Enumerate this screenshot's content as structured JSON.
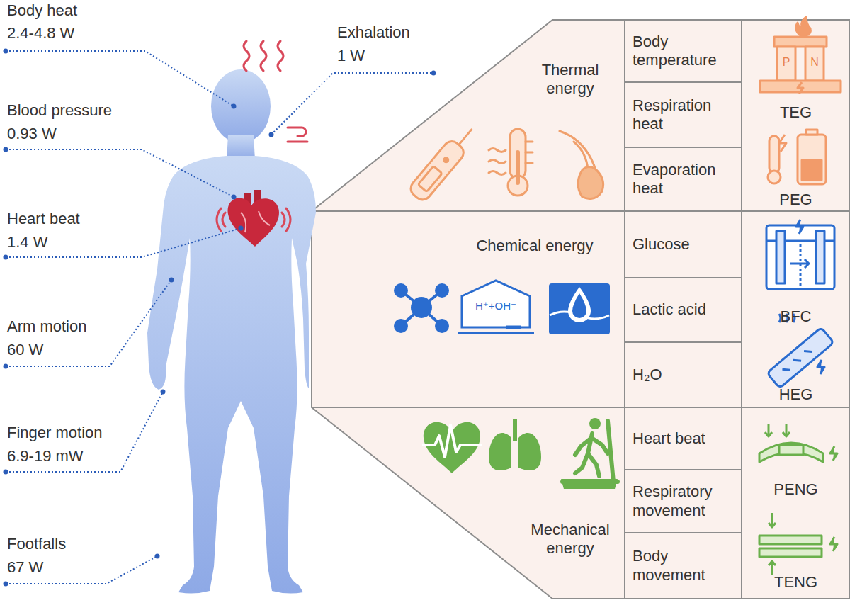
{
  "diagram": {
    "nodes": [
      {
        "text": [
          "Thermal energy"
        ]
      },
      {
        "text": [
          "Body temperature"
        ],
        "in": 0
      },
      {
        "text": [
          "Respiration heat"
        ],
        "in": 0
      },
      {
        "text": [
          "Evaporation heat"
        ],
        "in": 0
      },
      {
        "text": [
          "TEG",
          "PEG"
        ],
        "in": 0
      },
      {
        "text": [
          "Chemical energy"
        ]
      },
      {
        "text": [
          "Glucose"
        ],
        "in": 5
      },
      {
        "text": [
          "Lactic acid"
        ],
        "in": 5
      },
      {
        "text": [
          "H₂O"
        ],
        "in": 5
      },
      {
        "text": [
          "BFC",
          "HEG"
        ],
        "in": 5
      },
      {
        "text": [
          "Mechanical energy"
        ]
      },
      {
        "text": [
          "Heart beat"
        ],
        "in": 10
      },
      {
        "text": [
          "Respiratory movement"
        ],
        "in": 10
      },
      {
        "text": [
          "Body movement"
        ],
        "in": 10
      },
      {
        "text": [
          "PENG",
          "TENG"
        ],
        "in": 10
      }
    ],
    "labels": [
      "Body heat",
      "2.4-4.8 W",
      "Exhalation",
      "1 W",
      "Blood pressure",
      "0.93 W",
      "Heart beat",
      "1.4 W",
      "Arm motion",
      "60 W",
      "Finger motion",
      "6.9-19 mW",
      "Footfalls",
      "67 W",
      "H⁺+OH⁻",
      "P",
      "N"
    ]
  }
}
